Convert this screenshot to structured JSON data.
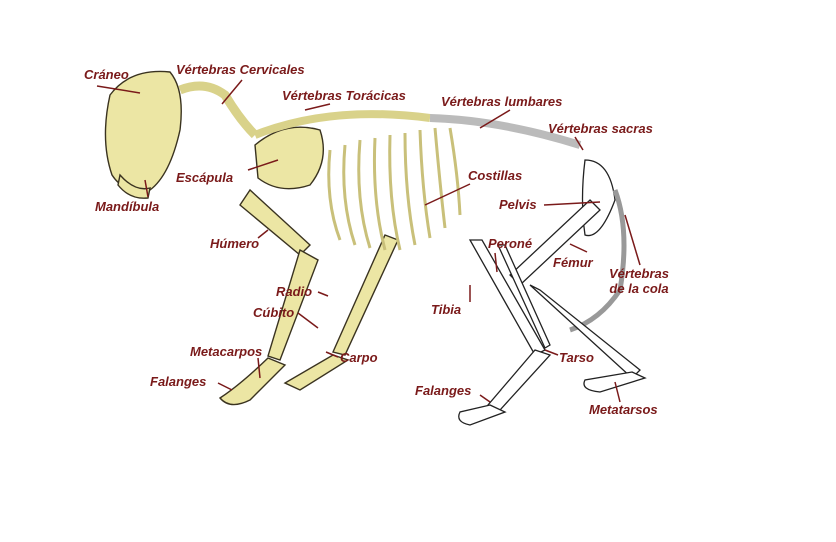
{
  "title": "Esqueleto del gato",
  "colors": {
    "label": "#7a1a1a",
    "bone_front": "#ece6a4",
    "bone_outline": "#3a3320"
  },
  "labels": {
    "craneo": "Cráneo",
    "cervicales": "Vértebras Cervicales",
    "toracicas": "Vértebras Torácicas",
    "lumbares": "Vértebras lumbares",
    "sacras": "Vértebras sacras",
    "escapula": "Escápula",
    "costillas": "Costillas",
    "mandibula": "Mandíbula",
    "pelvis": "Pelvis",
    "humero": "Húmero",
    "perone": "Peroné",
    "femur": "Fémur",
    "cola_1": "Vértebras",
    "cola_2": "de la cola",
    "radio": "Radio",
    "cubito": "Cúbito",
    "tibia": "Tibia",
    "metacarpos": "Metacarpos",
    "carpo": "Carpo",
    "tarso": "Tarso",
    "falanges_front": "Falanges",
    "falanges_back": "Falanges",
    "metatarsos": "Metatarsos"
  }
}
